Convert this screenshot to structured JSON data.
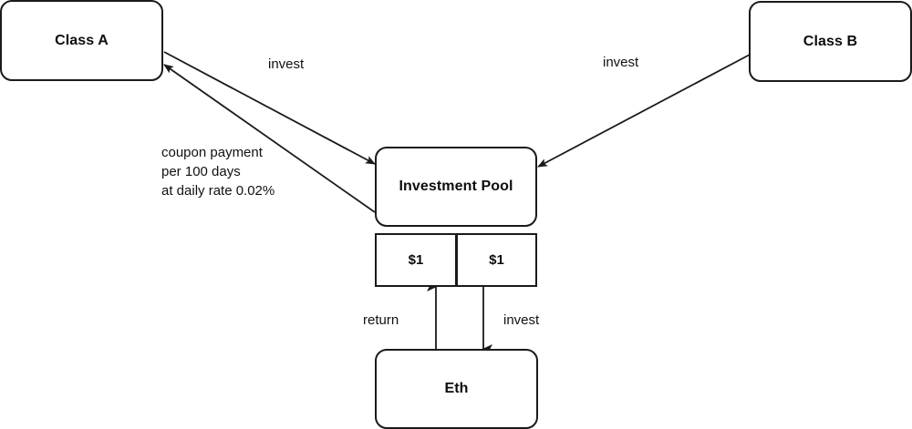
{
  "diagram": {
    "title": "Investment Pool flow diagram",
    "background_color": "#ffffff",
    "stroke_color": "#1a1a1a",
    "nodes": [
      {
        "id": "class-a",
        "label": "Class A",
        "shape": "rounded-rectangle"
      },
      {
        "id": "class-b",
        "label": "Class B",
        "shape": "rounded-rectangle"
      },
      {
        "id": "investment-pool",
        "label": "Investment Pool",
        "shape": "rounded-rectangle"
      },
      {
        "id": "cash-left",
        "label": "$1",
        "shape": "rectangle"
      },
      {
        "id": "cash-right",
        "label": "$1",
        "shape": "rectangle"
      },
      {
        "id": "eth",
        "label": "Eth",
        "shape": "rounded-rectangle"
      }
    ],
    "edges": [
      {
        "id": "class-a-to-pool",
        "label": "invest",
        "from": "class-a",
        "to": "investment-pool"
      },
      {
        "id": "class-b-to-pool",
        "label": "invest",
        "from": "class-b",
        "to": "investment-pool"
      },
      {
        "id": "pool-to-class-a",
        "from": "investment-pool",
        "to": "class-a",
        "label_lines": [
          "coupon payment",
          "per 100 days",
          "at daily rate 0.02%"
        ]
      },
      {
        "id": "eth-to-cash-left",
        "label": "return",
        "from": "eth",
        "to": "cash-left"
      },
      {
        "id": "cash-right-to-eth",
        "label": "invest",
        "from": "cash-right",
        "to": "eth"
      }
    ]
  }
}
